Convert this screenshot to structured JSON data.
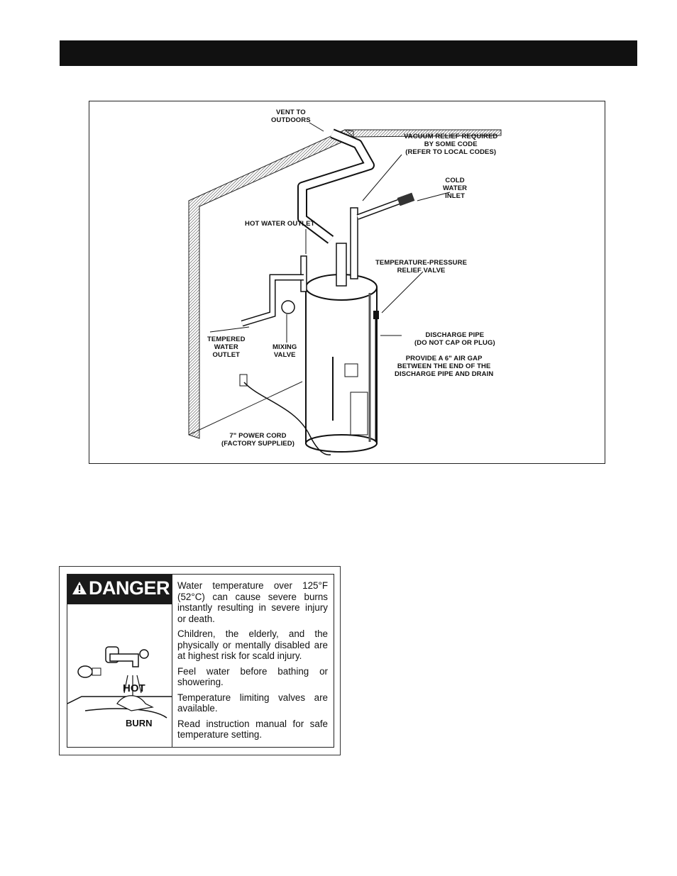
{
  "figure": {
    "labels": {
      "vent": [
        "VENT TO",
        "OUTDOORS"
      ],
      "vacuum": [
        "VACUUM RELIEF REQUIRED",
        "BY SOME CODE",
        "(REFER TO LOCAL CODES)"
      ],
      "cold": [
        "COLD",
        "WATER",
        "INLET"
      ],
      "hot_outlet": "HOT WATER OUTLET",
      "tp_valve": [
        "TEMPERATURE-PRESSURE",
        "RELIEF VALVE"
      ],
      "tempered": [
        "TEMPERED",
        "WATER",
        "OUTLET"
      ],
      "mixing": [
        "MIXING",
        "VALVE"
      ],
      "discharge": [
        "DISCHARGE PIPE",
        "(DO NOT CAP OR PLUG)"
      ],
      "air_gap": [
        "PROVIDE A 6\" AIR GAP",
        "BETWEEN THE END OF THE",
        "DISCHARGE PIPE AND DRAIN"
      ],
      "power_cord": [
        "7\" POWER CORD",
        "(FACTORY SUPPLIED)"
      ]
    }
  },
  "danger": {
    "word": "DANGER",
    "art_hot": "HOT",
    "art_burn": "BURN",
    "paragraphs": [
      "Water temperature over 125°F (52°C) can cause severe burns instantly resulting in severe injury or death.",
      "Children, the elderly, and the physically or mentally disabled are at highest risk for scald injury.",
      "Feel water before bathing or showering.",
      "Temperature limiting valves are available.",
      "Read instruction manual for safe temperature setting."
    ]
  }
}
